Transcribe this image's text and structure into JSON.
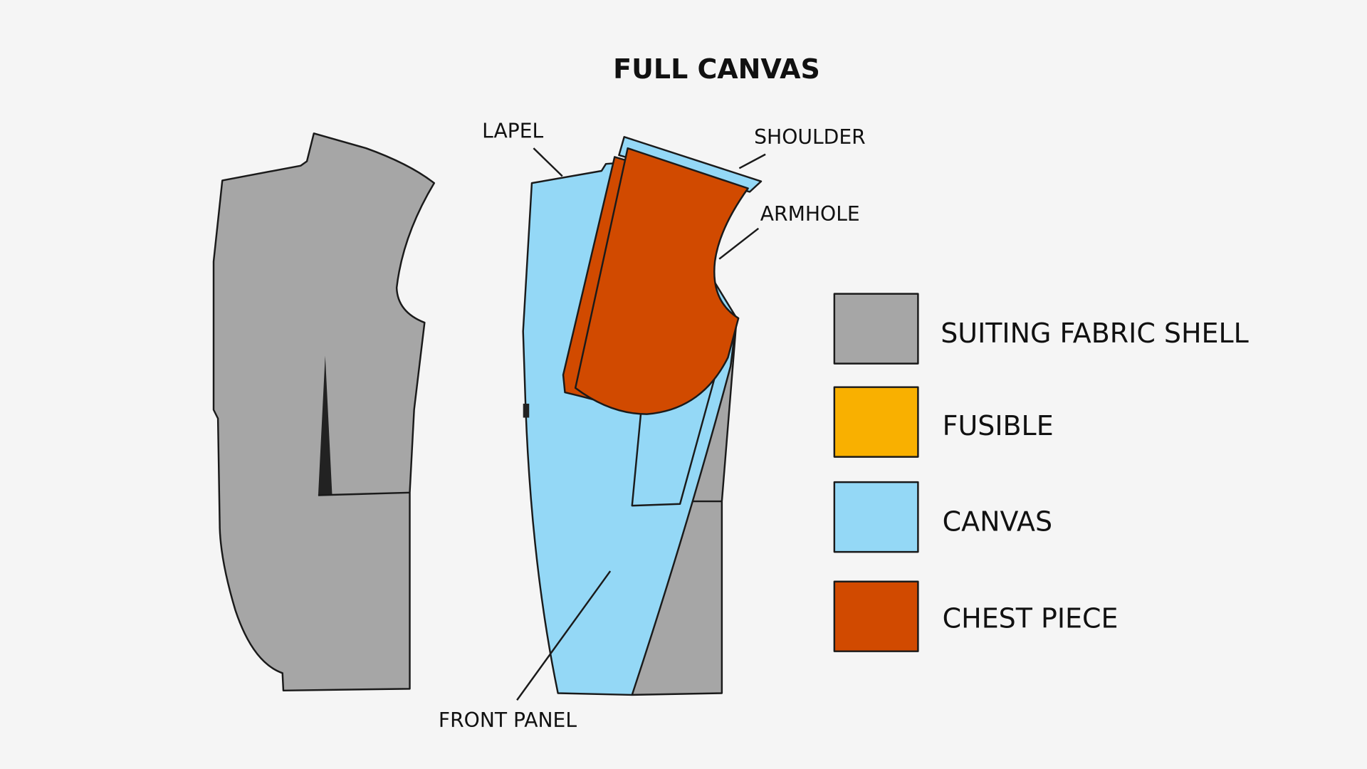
{
  "title": "FULL CANVAS",
  "callouts": {
    "lapel": "LAPEL",
    "shoulder": "SHOULDER",
    "armhole": "ARMHOLE",
    "front_panel": "FRONT PANEL"
  },
  "legend": [
    {
      "label": "SUITING FABRIC SHELL",
      "color": "#a6a6a6"
    },
    {
      "label": "FUSIBLE",
      "color": "#f9b000"
    },
    {
      "label": "CANVAS",
      "color": "#94d8f6"
    },
    {
      "label": "CHEST PIECE",
      "color": "#d14a00"
    }
  ]
}
